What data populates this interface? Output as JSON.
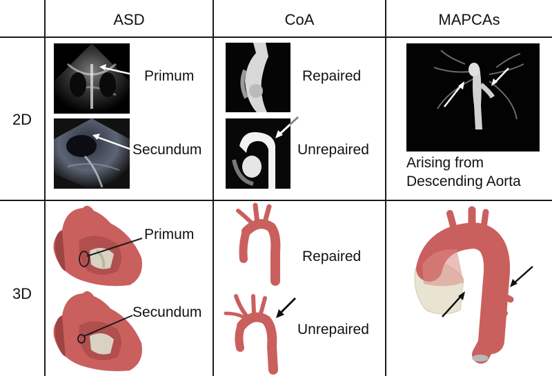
{
  "columns": {
    "asd": "ASD",
    "coa": "CoA",
    "mapcas": "MAPCAs"
  },
  "rows": {
    "two_d": "2D",
    "three_d": "3D"
  },
  "asd": {
    "primum_2d": "Primum",
    "secundum_2d": "Secundum",
    "primum_3d": "Primum",
    "secundum_3d": "Secundum"
  },
  "coa": {
    "repaired_2d": "Repaired",
    "unrepaired_2d": "Unrepaired",
    "repaired_3d": "Repaired",
    "unrepaired_3d": "Unrepaired"
  },
  "mapcas": {
    "caption_line1": "Arising from",
    "caption_line2": "Descending Aorta"
  },
  "colors": {
    "heart": "#c9605e",
    "heart_dark": "#9e4443",
    "valve": "#d9d2c2",
    "grid": "#1a1a1a"
  }
}
